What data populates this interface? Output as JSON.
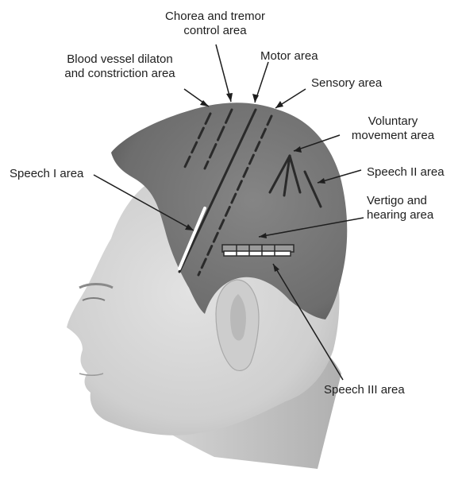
{
  "labels": {
    "chorea_line1": "Chorea and tremor",
    "chorea_line2": "control area",
    "blood_line1": "Blood vessel dilaton",
    "blood_line2": "and constriction area",
    "motor": "Motor area",
    "sensory": "Sensory area",
    "voluntary_line1": "Voluntary",
    "voluntary_line2": "movement area",
    "speech1": "Speech I area",
    "speech2": "Speech II area",
    "vertigo_line1": "Vertigo and",
    "vertigo_line2": "hearing area",
    "speech3": "Speech III area"
  },
  "colors": {
    "text": "#1e1e1e",
    "hair": "#747474",
    "skin": "#d6d6d6",
    "zone_line": "#2a2a2a",
    "speech1_line": "#ffffff"
  }
}
